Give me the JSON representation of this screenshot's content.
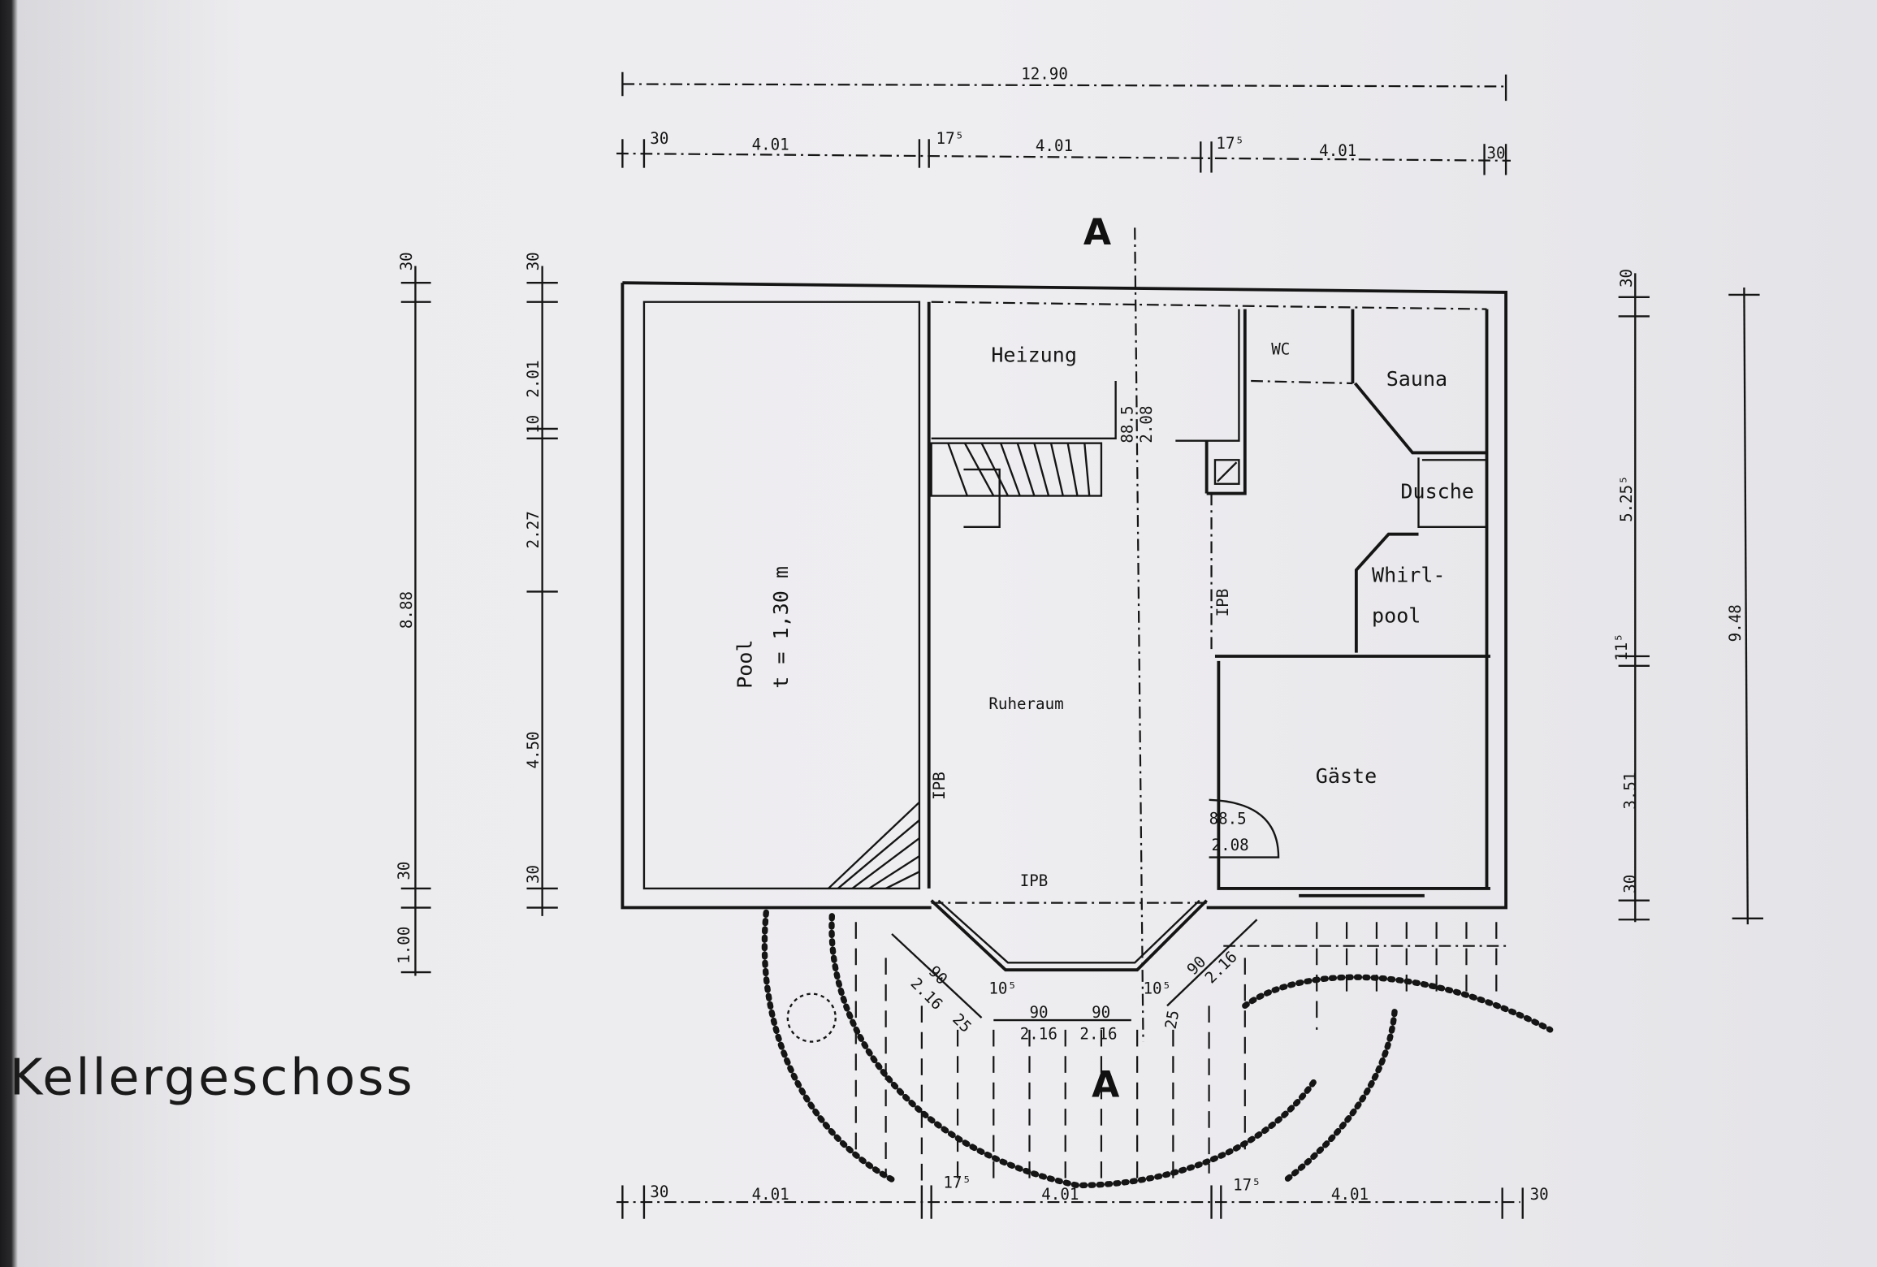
{
  "title": "Kellergeschoss",
  "rooms": {
    "pool": "Pool",
    "pool_depth": "t = 1,30 m",
    "heizung": "Heizung",
    "wc": "WC",
    "sauna": "Sauna",
    "dusche": "Dusche",
    "whirlpool_1": "Whirl-",
    "whirlpool_2": "pool",
    "ruheraum": "Ruheraum",
    "gaeste": "Gäste"
  },
  "section_marker": "A",
  "ipb_label": "IPB",
  "doors": {
    "width": "88.5",
    "height": "2.08"
  },
  "dims_top": {
    "total": "12.90",
    "segments": [
      "30",
      "4.01",
      "17⁵",
      "4.01",
      "17⁵",
      "4.01",
      "30"
    ]
  },
  "dims_bottom": {
    "segments": [
      "30",
      "4.01",
      "17⁵",
      "4.01",
      "17⁵",
      "4.01",
      "30"
    ]
  },
  "dims_left_outer": {
    "total": "8.88",
    "segments": [
      "30",
      "30",
      "1.00"
    ]
  },
  "dims_left_inner": {
    "segments": [
      "30",
      "2.01",
      "10",
      "2.27",
      "4.50",
      "30"
    ]
  },
  "dims_right_inner": {
    "segments": [
      "30",
      "5.25⁵",
      "11⁵",
      "3.51",
      "30"
    ]
  },
  "dims_right_outer": {
    "total": "9.48"
  },
  "bay_dims": {
    "w": "90",
    "h": "2.16",
    "side": "25",
    "small": "10⁵"
  }
}
